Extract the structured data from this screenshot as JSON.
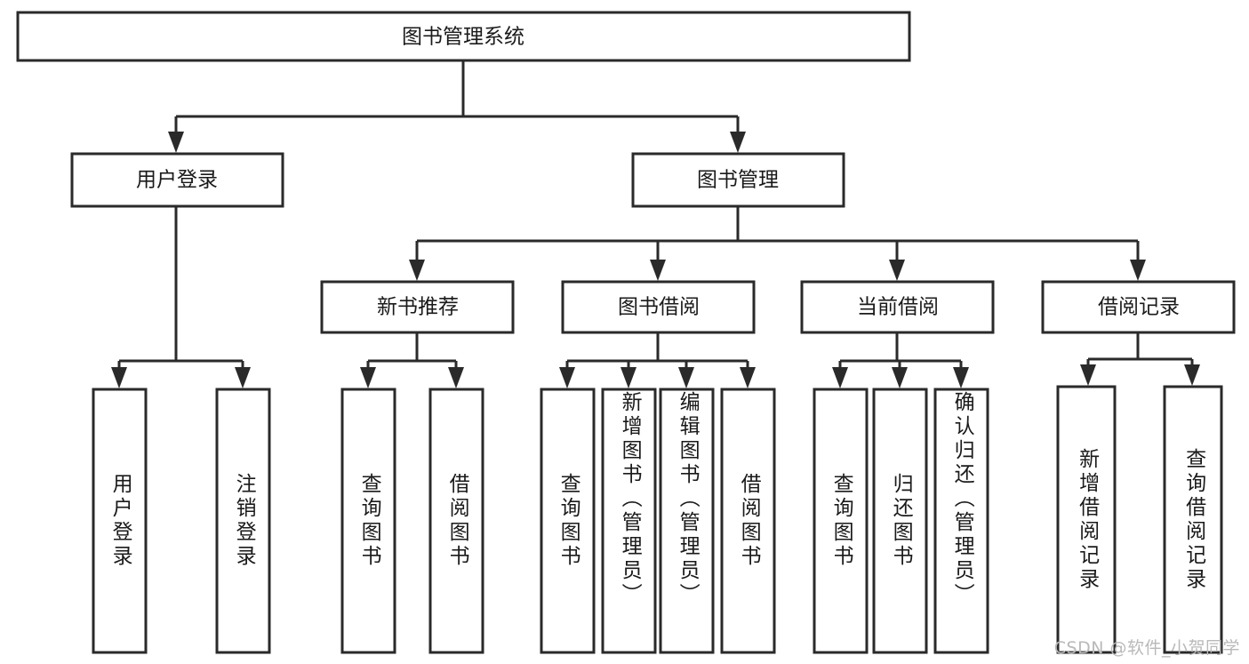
{
  "diagram": {
    "type": "tree",
    "title": "图书管理系统",
    "orientation": "top-down",
    "colors": {
      "box_fill": "#ffffff",
      "box_stroke": "#2a2a2a",
      "text": "#1a1a1a",
      "watermark": "#b9b9b9",
      "background": "#ffffff"
    },
    "root": {
      "label": "图书管理系统"
    },
    "level2": [
      {
        "label": "用户登录"
      },
      {
        "label": "图书管理"
      }
    ],
    "level3": [
      {
        "label": "新书推荐"
      },
      {
        "label": "图书借阅"
      },
      {
        "label": "当前借阅"
      },
      {
        "label": "借阅记录"
      }
    ],
    "leaves": {
      "user_login": [
        {
          "label": "用户登录"
        },
        {
          "label": "注销登录"
        }
      ],
      "new_book_recommend": [
        {
          "label": "查询图书"
        },
        {
          "label": "借阅图书"
        }
      ],
      "book_borrow": [
        {
          "label": "查询图书"
        },
        {
          "label": "新增图书（管理员）"
        },
        {
          "label": "编辑图书（管理员）"
        },
        {
          "label": "借阅图书"
        }
      ],
      "current_borrow": [
        {
          "label": "查询图书"
        },
        {
          "label": "归还图书"
        },
        {
          "label": "确认归还（管理员）"
        }
      ],
      "borrow_record": [
        {
          "label": "新增借阅记录"
        },
        {
          "label": "查询借阅记录"
        }
      ]
    }
  },
  "watermark": {
    "text": "CSDN @软件_小贺同学"
  }
}
